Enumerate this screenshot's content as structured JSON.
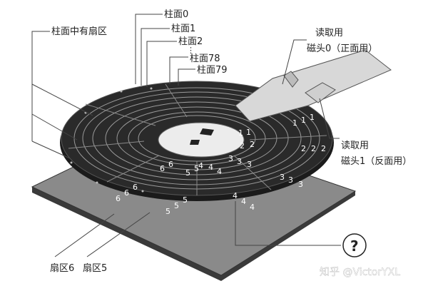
{
  "labels": {
    "surface0": "柱面0",
    "surface1": "柱面1",
    "surface2": "柱面2",
    "surface78": "柱面78",
    "surface79": "柱面79",
    "dots": "⋮",
    "sector_in_cylinder": "柱面中有扇区",
    "head0_line1": "读取用",
    "head0_line2": "磁头0（正面用）",
    "head1_line1": "读取用",
    "head1_line2": "磁头1（反面用）",
    "sector6": "扇区6",
    "sector5": "扇区5",
    "question": "?"
  },
  "sector_numbers": {
    "one": "1",
    "two": "2",
    "three": "3",
    "four": "4",
    "five": "5",
    "six": "6"
  },
  "watermark": "知乎 @VictorYXL",
  "colors": {
    "platter": "#1b1b1b",
    "base_top": "#8a8a8a",
    "base_side": "#3a3a3a",
    "hub": "#ececec",
    "arm": "#d8d8d8",
    "line": "#444444"
  }
}
